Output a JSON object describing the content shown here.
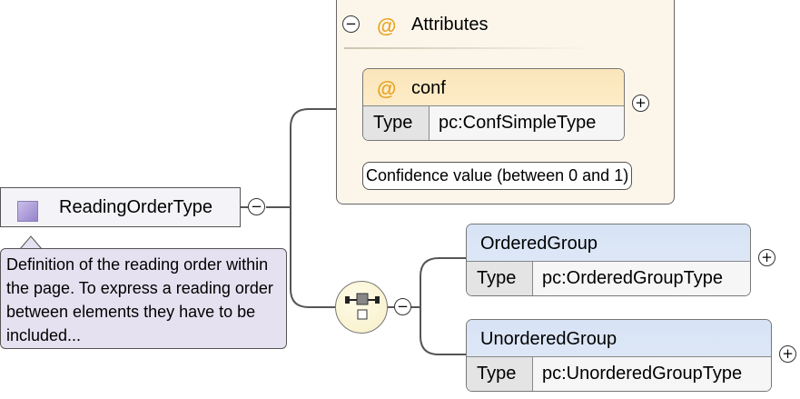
{
  "root": {
    "name": "ReadingOrderType",
    "annotation": "Definition of the reading order within the page. To express a reading order between elements they have to be included..."
  },
  "attributes": {
    "title": "Attributes",
    "at_symbol": "@",
    "conf": {
      "name": "conf",
      "type_label": "Type",
      "type_value": "pc:ConfSimpleType",
      "annotation": "Confidence value (between 0 and 1)"
    }
  },
  "children": [
    {
      "name": "OrderedGroup",
      "type_label": "Type",
      "type_value": "pc:OrderedGroupType"
    },
    {
      "name": "UnorderedGroup",
      "type_label": "Type",
      "type_value": "pc:UnorderedGroupType"
    }
  ],
  "controls": {
    "collapse": "−",
    "expand": "+"
  },
  "colors": {
    "attribute_header": "#fbe6bb",
    "element_header": "#d7e3f5",
    "annotation_bg": "#e6e1f0",
    "attributes_bg": "#fcf6ea"
  },
  "icons": [
    "element-icon",
    "attribute-icon",
    "sequence-icon"
  ]
}
